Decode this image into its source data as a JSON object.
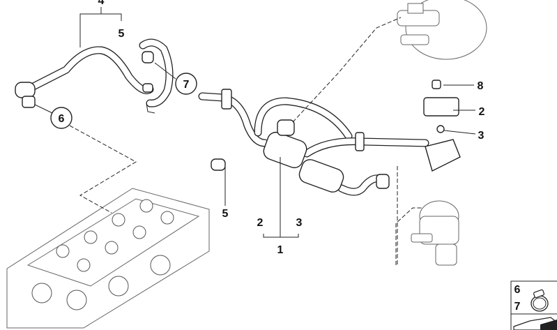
{
  "diagram": {
    "callouts": {
      "top_bracket_label": "4",
      "top_bracket_sub": "5",
      "circled_7": "7",
      "circled_6": "6",
      "label_8": "8",
      "label_2_right": "2",
      "label_3_right": "3",
      "label_5_lower": "5",
      "label_2_lower": "2",
      "label_3_lower": "3",
      "label_1": "1"
    },
    "legend_box": {
      "item_6": "6",
      "item_7": "7"
    }
  }
}
